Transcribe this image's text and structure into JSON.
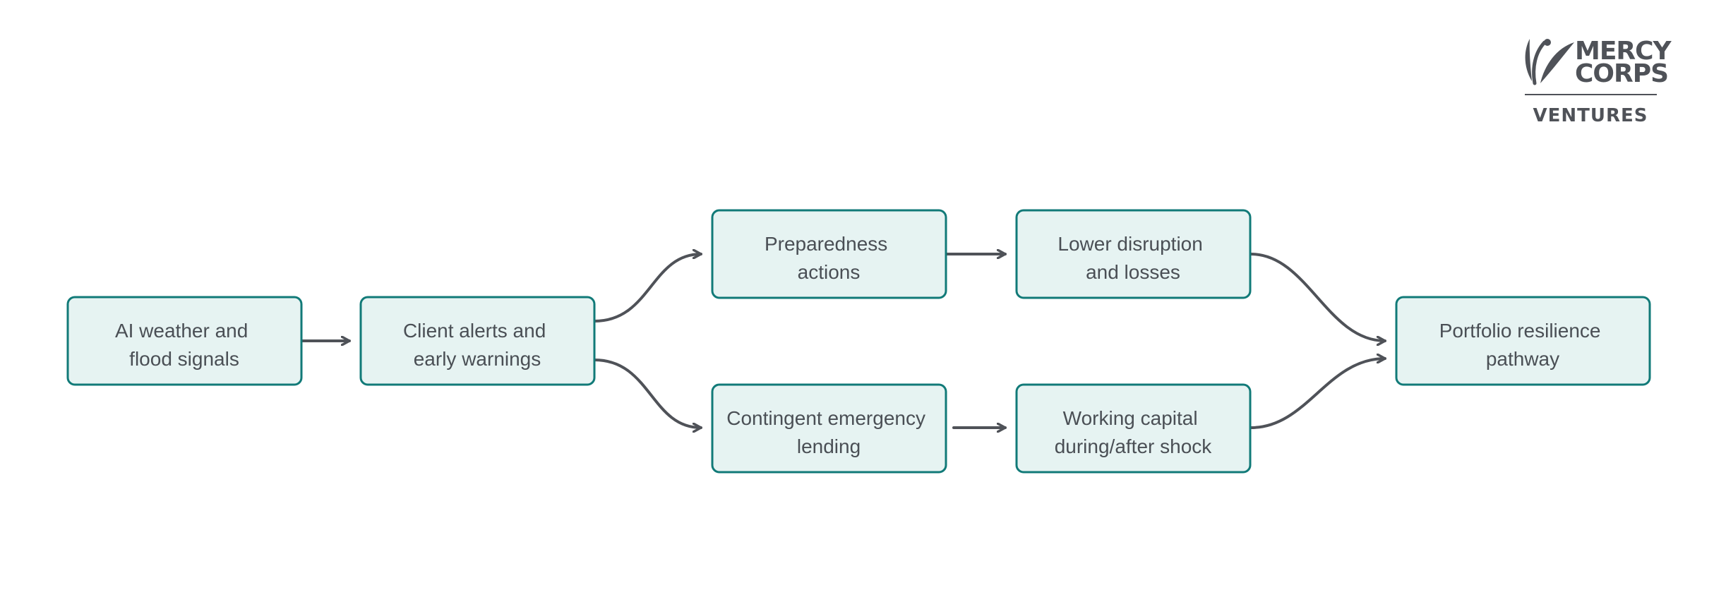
{
  "logo": {
    "line1": "MERCY",
    "line2": "CORPS",
    "line3": "VENTURES"
  },
  "diagram": {
    "nodes": [
      {
        "id": "ai-weather",
        "lines": [
          "AI weather and",
          "flood signals"
        ]
      },
      {
        "id": "client-alerts",
        "lines": [
          "Client alerts and",
          "early warnings"
        ]
      },
      {
        "id": "preparedness",
        "lines": [
          "Preparedness",
          "actions"
        ]
      },
      {
        "id": "contingent-lending",
        "lines": [
          "Contingent emergency",
          "lending"
        ]
      },
      {
        "id": "lower-disruption",
        "lines": [
          "Lower disruption",
          "and losses"
        ]
      },
      {
        "id": "working-capital",
        "lines": [
          "Working capital",
          "during/after shock"
        ]
      },
      {
        "id": "portfolio-resilience",
        "lines": [
          "Portfolio resilience",
          "pathway"
        ]
      }
    ],
    "edges": [
      {
        "from": "ai-weather",
        "to": "client-alerts"
      },
      {
        "from": "client-alerts",
        "to": "preparedness"
      },
      {
        "from": "client-alerts",
        "to": "contingent-lending"
      },
      {
        "from": "preparedness",
        "to": "lower-disruption"
      },
      {
        "from": "contingent-lending",
        "to": "working-capital"
      },
      {
        "from": "lower-disruption",
        "to": "portfolio-resilience"
      },
      {
        "from": "working-capital",
        "to": "portfolio-resilience"
      }
    ],
    "colors": {
      "node_fill": "#e6f3f2",
      "node_border": "#117a78",
      "text": "#4a4f55",
      "arrow": "#4f5258",
      "logo": "#4f5258"
    }
  }
}
